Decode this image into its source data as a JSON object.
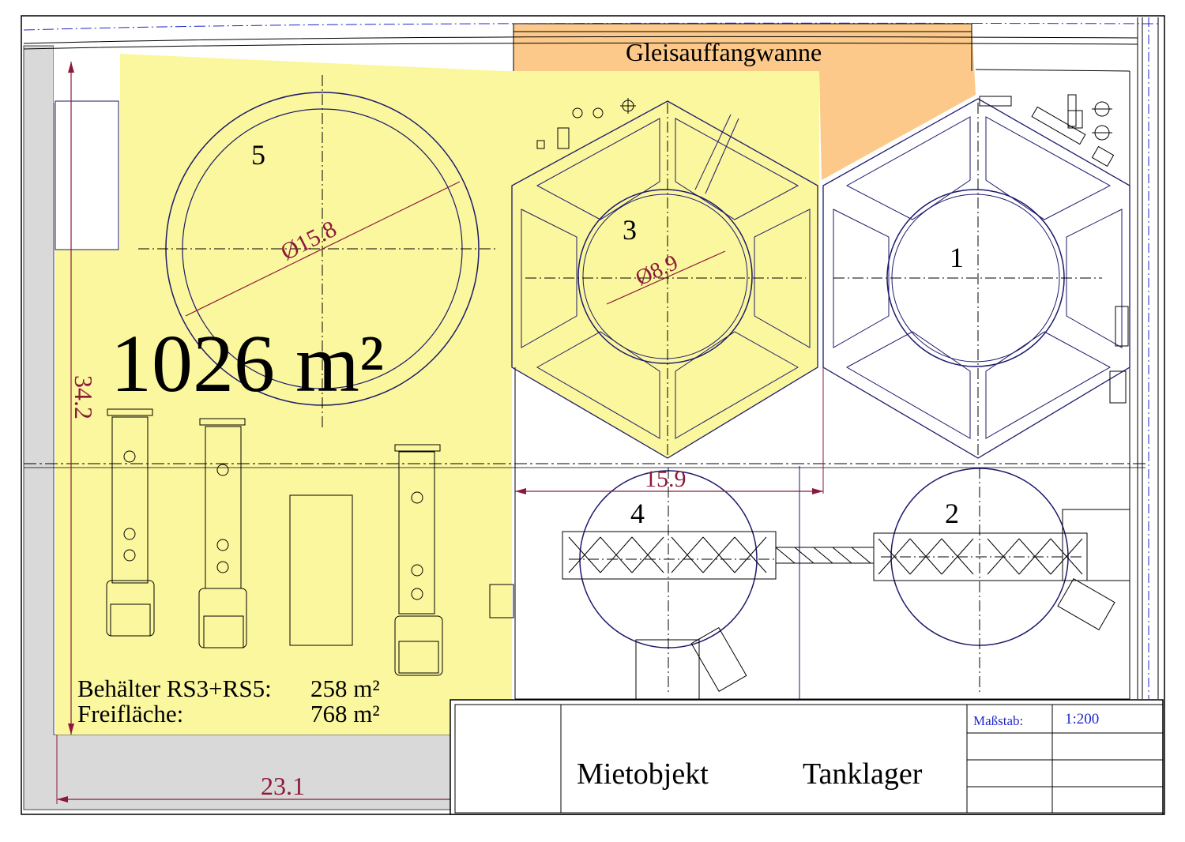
{
  "colors": {
    "yellow": "#fbf79e",
    "orange": "#fcc98a",
    "gray": "#d9d9d9",
    "tank_outline": "#1c1a6b",
    "dimension": "#8b1a3a",
    "label_blue": "#1f27c9"
  },
  "labels": {
    "track_basin": "Gleisauffangwanne",
    "area_total": "1026 m²",
    "summary_row1_label": "Behälter RS3+RS5:",
    "summary_row1_value": "258 m²",
    "summary_row2_label": "Freifläche:",
    "summary_row2_value": "768 m²"
  },
  "tanks": [
    {
      "number": "5",
      "diameter_label": "Ø15.8"
    },
    {
      "number": "3",
      "diameter_label": "Ø8.9"
    },
    {
      "number": "1"
    },
    {
      "number": "4"
    },
    {
      "number": "2"
    }
  ],
  "dimensions": {
    "height": "34.2",
    "width": "23.1",
    "tank_spacing": "15.9"
  },
  "title_block": {
    "scale_label": "Maßstab:",
    "scale_value": "1:200",
    "object_label": "Mietobjekt",
    "object_name": "Tanklager"
  }
}
